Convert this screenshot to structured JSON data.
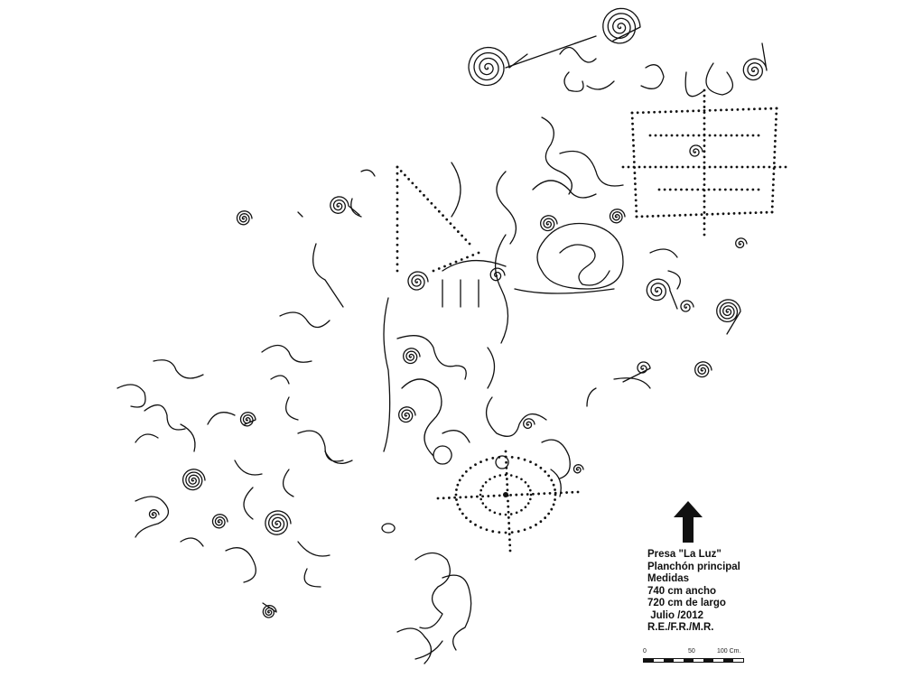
{
  "legend": {
    "lines": [
      "Presa \"La Luz\"",
      "Planchón principal",
      "Medidas",
      "740 cm ancho",
      "720 cm de largo",
      " Julio /2012",
      "R.E./F.R./M.R."
    ]
  },
  "scale": {
    "labels": [
      "0",
      "50",
      "100 Cm."
    ]
  },
  "north_arrow": {
    "icon": "north-arrow-icon"
  },
  "colors": {
    "ink": "#111111",
    "background": "#ffffff"
  }
}
